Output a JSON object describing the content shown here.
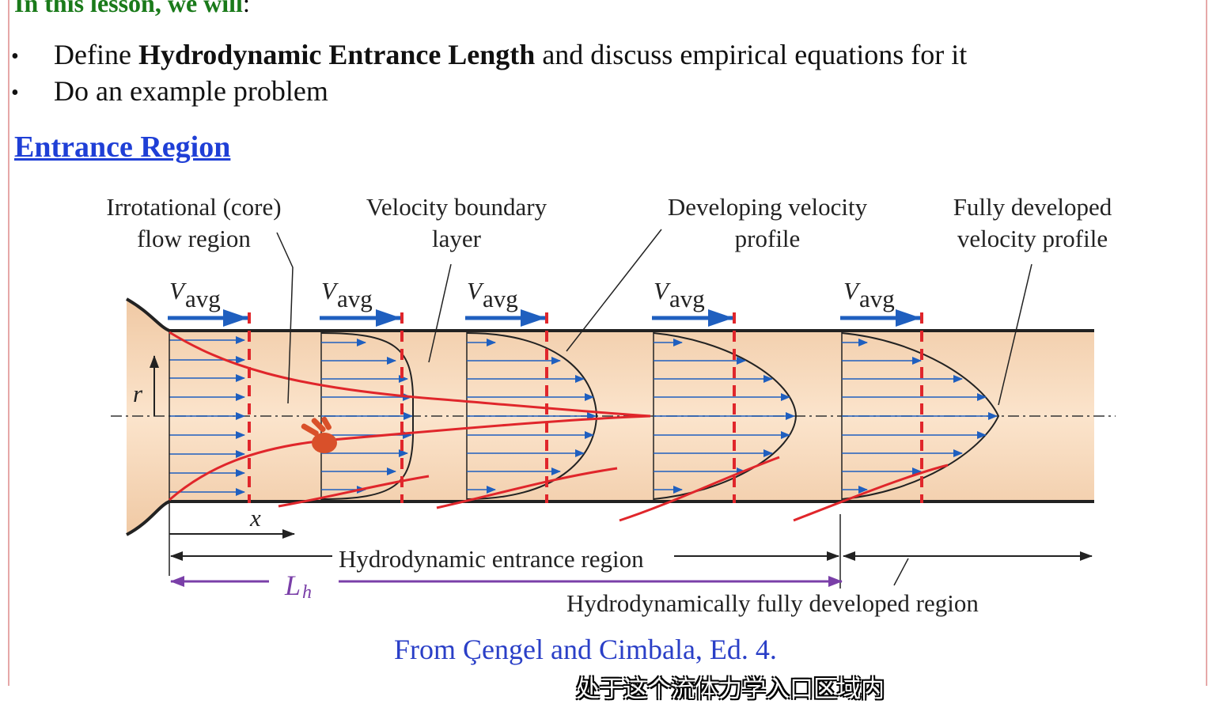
{
  "heading": {
    "text": "In this lesson, we will",
    "colon": ":"
  },
  "bullets": [
    {
      "pre": "Define ",
      "bold": "Hydrodynamic Entrance Length",
      "post": " and discuss empirical equations for it"
    },
    {
      "pre": "Do an example problem",
      "bold": "",
      "post": ""
    }
  ],
  "bullet_glyph": "•",
  "section_link": "Entrance Region",
  "figure": {
    "label_core_1": "Irrotational (core)",
    "label_core_2": "flow region",
    "label_bl_1": "Velocity boundary",
    "label_bl_2": "layer",
    "label_dev_1": "Developing velocity",
    "label_dev_2": "profile",
    "label_full_1": "Fully developed",
    "label_full_2": "velocity profile",
    "v_symbol": "V",
    "v_sub": "avg",
    "r_symbol": "r",
    "x_symbol": "x",
    "lh_symbol": "L",
    "lh_sub": "h",
    "entrance_region": "Hydrodynamic entrance region",
    "developed_region": "Hydrodynamically fully developed region"
  },
  "caption": "From Çengel and Cimbala, Ed. 4.",
  "subtitle": "处于这个流体力学入口区域内",
  "colors": {
    "heading": "#1a7a1a",
    "link": "#1f3fd6",
    "arrow_blue": "#1f5fbf",
    "red_marks": "#e0262b",
    "purple": "#7a3fa8",
    "pipe_fill": "#f9dcc0"
  }
}
